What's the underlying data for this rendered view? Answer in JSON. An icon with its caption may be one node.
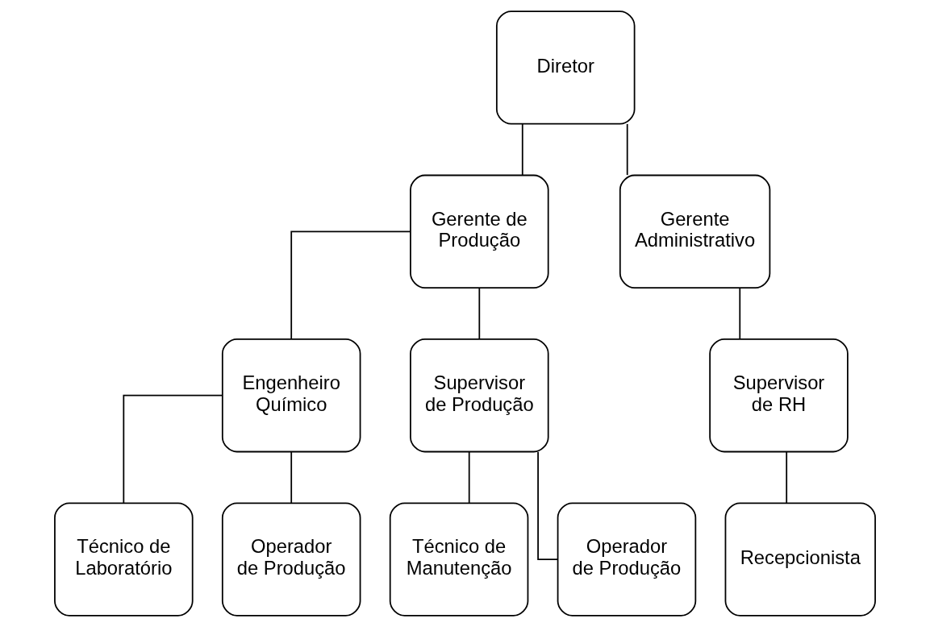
{
  "diagram": {
    "nodes": [
      {
        "text": [
          "Diretor"
        ]
      },
      {
        "text": [
          "Gerente de Produção"
        ]
      },
      {
        "text": [
          "Gerente Administrativo"
        ]
      },
      {
        "text": [
          "Engenheiro Químico"
        ]
      },
      {
        "text": [
          "Supervisor de Produção"
        ]
      },
      {
        "text": [
          "Supervisor de RH"
        ]
      },
      {
        "text": [
          "Técnico de Laboratório"
        ]
      },
      {
        "text": [
          "Operador de Produção"
        ]
      },
      {
        "text": [
          "Técnico de Manutenção"
        ]
      },
      {
        "text": [
          "Operador de Produção"
        ]
      },
      {
        "text": [
          "Recepcionista"
        ]
      }
    ],
    "edges": [
      {
        "from": 0,
        "to": 1,
        "arrow": "none"
      },
      {
        "from": 0,
        "to": 2,
        "arrow": "none"
      },
      {
        "from": 1,
        "to": 3,
        "arrow": "none"
      },
      {
        "from": 1,
        "to": 4,
        "arrow": "none"
      },
      {
        "from": 2,
        "to": 5,
        "arrow": "none"
      },
      {
        "from": 3,
        "to": 6,
        "arrow": "none"
      },
      {
        "from": 3,
        "to": 7,
        "arrow": "none"
      },
      {
        "from": 4,
        "to": 8,
        "arrow": "none"
      },
      {
        "from": 4,
        "to": 9,
        "arrow": "none"
      },
      {
        "from": 5,
        "to": 10,
        "arrow": "none"
      }
    ]
  }
}
